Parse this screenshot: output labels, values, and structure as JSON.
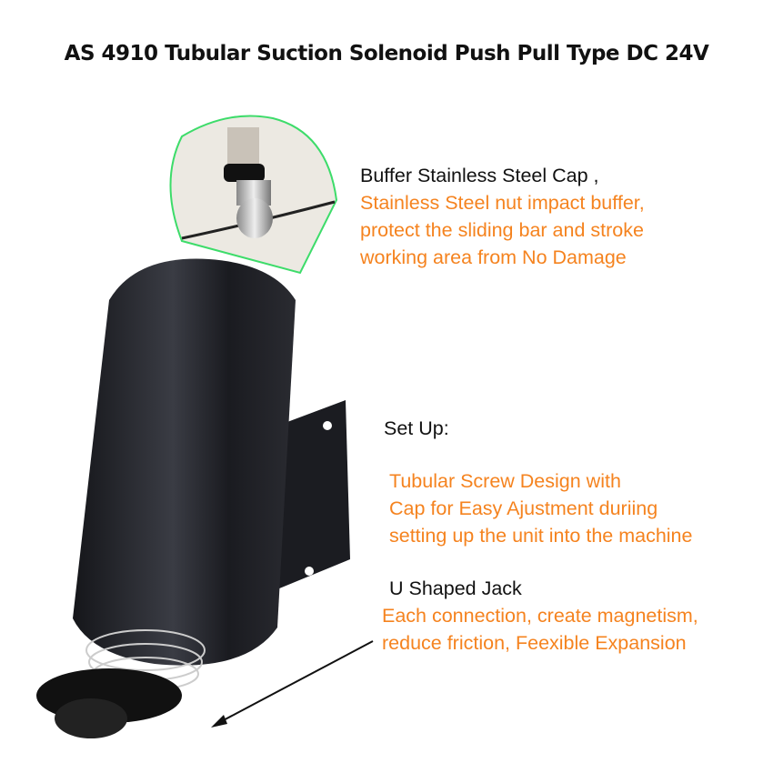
{
  "title": "AS 4910 Tubular Suction Solenoid Push Pull Type DC 24V",
  "cap_section": {
    "heading": "Buffer Stainless Steel  Cap ,",
    "lines": [
      "Stainless Steel nut impact buffer,",
      "protect the sliding bar and stroke",
      "working area from No Damage"
    ]
  },
  "setup_section": {
    "heading": "Set Up:",
    "lines": [
      "Tubular Screw Design with",
      "Cap for Easy Ajustment duriing",
      "setting up the unit into the machine"
    ]
  },
  "jack_section": {
    "heading": "U Shaped Jack",
    "lines": [
      "Each connection, create magnetism,",
      "reduce friction, Feexible Expansion"
    ]
  },
  "colors": {
    "accent": "#f5831f",
    "highlight_circle": "#3ddc6a",
    "body": "#1c1d22"
  }
}
